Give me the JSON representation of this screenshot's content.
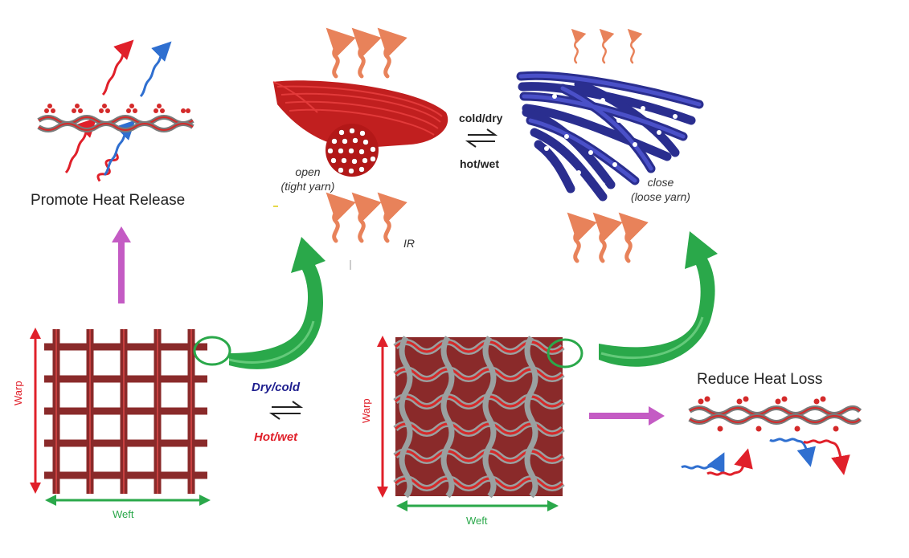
{
  "labels": {
    "promote": "Promote Heat Release",
    "reduce": "Reduce Heat Loss",
    "open_line1": "open",
    "open_line2": "(tight yarn)",
    "close_line1": "close",
    "close_line2": "(loose yarn)",
    "ir": "IR",
    "cold_dry": "cold/dry",
    "hot_wet_top": "hot/wet",
    "dry_cold": "Dry/cold",
    "hot_wet_bottom": "Hot/wet",
    "warp": "Warp",
    "weft": "Weft"
  },
  "colors": {
    "red_yarn": "#d42a2a",
    "blue_yarn": "#3b3fa8",
    "green_arrow": "#2aa84a",
    "magenta_arrow": "#c45bc4",
    "orange_wave": "#e8825a",
    "fabric_gray": "#7a7a7a",
    "red_text": "#e0202a",
    "navy_text": "#1f1f8f"
  }
}
